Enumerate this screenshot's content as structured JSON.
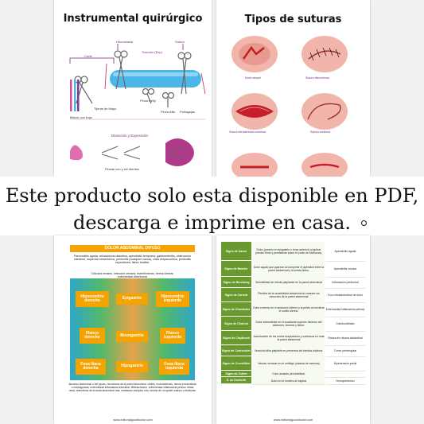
{
  "page1": {
    "title": "Instrumental quirúrgico",
    "labels": {
      "hemostasia": "Hemostasia",
      "sutura": "Sutura",
      "traccion": "Tracción (Exp)",
      "corte": "Corte",
      "tijeras": "Tijeras de Mayo",
      "bisturi": "Bisturí con hoja",
      "pinza_kelly": "Pinza Kelly",
      "pinza_allis": "Pinza Allis",
      "portagujas": "Portagujas",
      "diseccion": "Disección y Exposición",
      "pinzas": "Pinzas con y sin dientes"
    }
  },
  "page2": {
    "title": "Tipos de suturas",
    "labels": {
      "nudo_simple": "Nudo simple",
      "sutura_discontinua": "Sutura discontinua",
      "sutura_intradermica": "Sutura intradérmica continua",
      "sutura_continua": "Sutura continua"
    }
  },
  "banner": {
    "line1": "Este producto solo esta disponible en PDF,",
    "line2": "descarga e imprime en casa."
  },
  "page3": {
    "header": "DOLOR ABDOMINAL DIFUSO",
    "intro": "Pancreatitis aguda, cetoacidosis diabética, apendicitis temprana, gastroenteritis, obstrucción intestinal, isquemia mesentérica, peritonitis (cualquier causa), crisis drepanocítica, peritonitis espontánea, fiebre familiar.",
    "renal": "Cálculos renales, infección urinaria, estreñimiento, hernia lumbar, enfermedad diverticular",
    "zones": {
      "hipocondrio_derecho": "Hipocondrio derecho",
      "epigastrio": "Epigastrio",
      "hipocondrio_izquierdo": "Hipocondrio izquierdo",
      "flanco_derecho": "Flanco derecho",
      "mesogastrio": "Mesogastrio",
      "flanco_izquierdo": "Flanco izquierdo",
      "fosa_iliaca_derecha": "Fosa iliaca derecha",
      "hipogastrio": "Hipogastrio",
      "fosa_iliaca_izquierda": "Fosa iliaca izquierda"
    },
    "bottom": "Absceso abdominal o del psoas, hematoma de la pared abdominal, cistitis, endometriosis, hernia encarcelada o estrangulada, enfermedad inflamatoria intestinal. Mittelschmerz, enfermedad inflamatoria pélvica. Masa renal, aneurisma de la aorta abdominal rota, embarazo ectópico roto, torsión de un quiste ovárico o testicular.",
    "footer": "www.editorialgooddoctor.com"
  },
  "page4": {
    "rows": [
      {
        "sign": "Signo de Aaron",
        "desc": "Dolor (presión en epigastrio o tórax anterior) al aplicar presión firme y persistente sobre el punto de McBurney.",
        "dx": "Apendicitis aguda"
      },
      {
        "sign": "Signo de Bassler",
        "desc": "Dolor agudo que aparece al comprimir el apéndice entre la pared abdominal y la cresta ilíaca.",
        "dx": "Apendicitis crónica"
      },
      {
        "sign": "Signo de Blumberg",
        "desc": "Sensibilidad de rebote palpitante en la pared abdominal",
        "dx": "Inflamación peritoneal"
      },
      {
        "sign": "Signo de Carnett",
        "desc": "Pérdida de la sensibilidad abdominal al contraer los músculos de la pared abdominal",
        "dx": "Foco intraabdominal de dolor"
      },
      {
        "sign": "Signo de Chandelier",
        "desc": "Dolor extremo en el abdomen inferior y la pelvis al movilizar el cuello uterino.",
        "dx": "Enfermedad inflamatoria pélvica"
      },
      {
        "sign": "Signo de Charcot",
        "desc": "Dolor intermitente en el cuadrante superior derecho del abdomen, ictericia y fiebre.",
        "dx": "Coledocolitiasis"
      },
      {
        "sign": "Signo de Claybrook",
        "desc": "Acentuación de los ruidos respiratorios y cardíacos en toda la pared abdominal",
        "dx": "Rotura de víscera abdominal"
      },
      {
        "sign": "Signo de Courvoisier",
        "desc": "Vesícula biliar palpable en presencia de ictericia indolora.",
        "dx": "Tumor periampular"
      },
      {
        "sign": "Signo de Cruveilhier",
        "desc": "Varices venosas en el ombligo (cabeza de medusa)",
        "dx": "Hipertensión portal"
      },
      {
        "sign": "Signo de Cullen",
        "desc": "Color azulado periumbilical.",
        "dx": ""
      },
      {
        "sign": "S. de Danforth",
        "desc": "Dolor en el hombro al inspirar",
        "dx": "Hemoperitoneo"
      }
    ],
    "footer": "www.editorialgooddoctor.com"
  },
  "colors": {
    "purple": "#6a2a80",
    "orange": "#f5a300",
    "green": "#6a9a2e",
    "skin": "#f2b5ac"
  }
}
